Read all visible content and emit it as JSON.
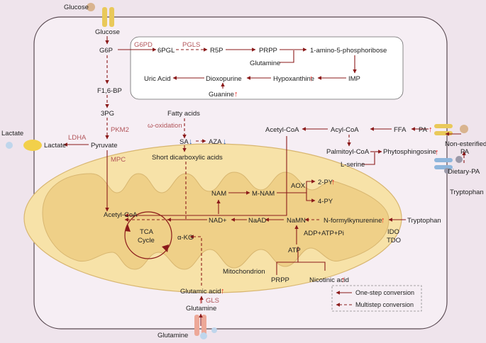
{
  "colors": {
    "background": "#efe4ec",
    "cell": "#f6eef4",
    "mito_outer": "#f7e2a8",
    "mito_inner": "#efd088",
    "arrow": "#8b1a1a",
    "enzyme": "#b2555a",
    "up": "#e8231f",
    "down": "#2a62b0"
  },
  "labels": {
    "glucose_ext": "Glucose",
    "glucose": "Glucose",
    "g6p": "G6P",
    "g6pd": "G6PD",
    "sixpgl": "6PGL",
    "pgls": "PGLS",
    "r5p": "R5P",
    "prpp1": "PRPP",
    "amino": "1-amino-5-phosphoribose",
    "glutamine1": "Glutamine",
    "imp": "IMP",
    "hypoxanthine": "Hypoxanthine",
    "dioxopurine": "Dioxopurine",
    "uric_acid": "Uric Acid",
    "guanine": "Guanine",
    "f16bp": "F1,6-BP",
    "threepg": "3PG",
    "pkm2": "PKM2",
    "ldha": "LDHA",
    "lactate_in": "Lactate",
    "lactate_out": "Lactate",
    "pyruvate": "Pyruvate",
    "mpc": "MPC",
    "fatty_acids": "Fatty acids",
    "omega_ox": "ω-oxidation",
    "sa": "SA",
    "aza": "AZA",
    "short_dicarboxylic": "Short dicarboxylic acids",
    "acetylcoa_cyto": "Acetyl-CoA",
    "acylcoa": "Acyl-CoA",
    "ffa": "FFA",
    "pa": "PA",
    "non_esterified": "Non-esterified",
    "pa2": "PA",
    "dietary_pa": "Dietary-PA",
    "palmitoyl": "Palmitoyl-CoA",
    "phytosphingosine": "Phytosphingosine",
    "lserine": "L-serine",
    "acetylcoa_mito": "Acetyl-CoA",
    "nam": "NAM",
    "mnam": "M-NAM",
    "aox": "AOX",
    "twopy": "2-PY",
    "fourpy": "4-PY",
    "nadplus": "NAD+",
    "naad": "NaAD",
    "namn": "NaMN",
    "nformyl": "N-formylkynurenine",
    "tryptophan_in": "Tryptophan",
    "tryptophan_out": "Tryptophan",
    "ido": "IDO",
    "tdo": "TDO",
    "adp": "ADP+ATP+Pi",
    "atp": "ATP",
    "tca1": "TCA",
    "tca2": "Cycle",
    "akg": "α-KG",
    "mitochondrion": "Mitochondrion",
    "prpp2": "PRPP",
    "nicotinic": "Nicotinic acid",
    "glutamic": "Glutamic acid",
    "gls": "GLS",
    "glutamine2": "Glutamine",
    "glutamine_ext": "Glutamine"
  },
  "legend": {
    "one_step": "One-step conversion",
    "multi_step": "Multistep conversion"
  }
}
